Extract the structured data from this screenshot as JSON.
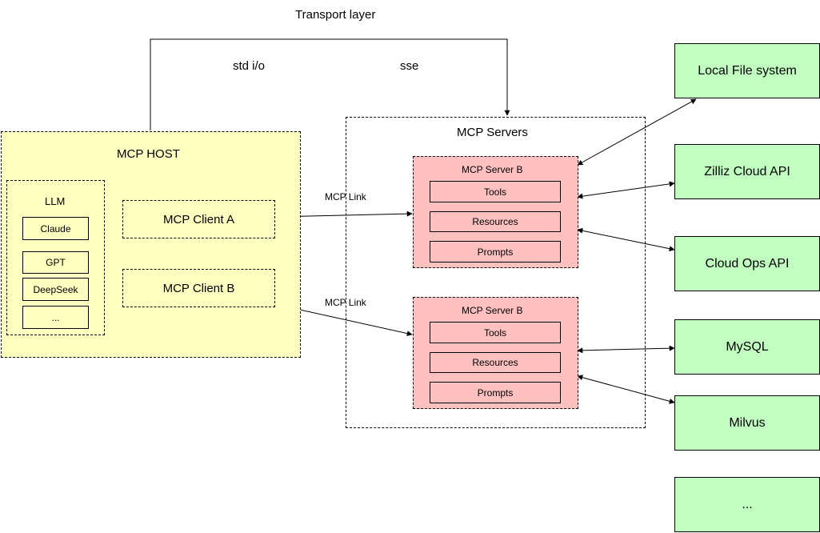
{
  "transport": {
    "title": "Transport layer",
    "std_label": "std i/o",
    "sse_label": "sse"
  },
  "host": {
    "title": "MCP HOST",
    "llm": {
      "title": "LLM",
      "models": [
        "Claude",
        "GPT",
        "DeepSeek",
        "..."
      ]
    },
    "clients": [
      "MCP Client A",
      "MCP Client B"
    ]
  },
  "servers": {
    "title": "MCP Servers",
    "link_label": "MCP Link",
    "items": [
      {
        "title": "MCP Server B",
        "capabilities": [
          "Tools",
          "Resources",
          "Prompts"
        ]
      },
      {
        "title": "MCP Server B",
        "capabilities": [
          "Tools",
          "Resources",
          "Prompts"
        ]
      }
    ]
  },
  "resources": [
    "Local File system",
    "Zilliz Cloud API",
    "Cloud Ops API",
    "MySQL",
    "Milvus",
    "..."
  ],
  "colors": {
    "host_fill": "#ffffc0",
    "server_fill": "#ffc0c0",
    "resource_fill": "#c0ffc0",
    "stroke": "#000000"
  }
}
